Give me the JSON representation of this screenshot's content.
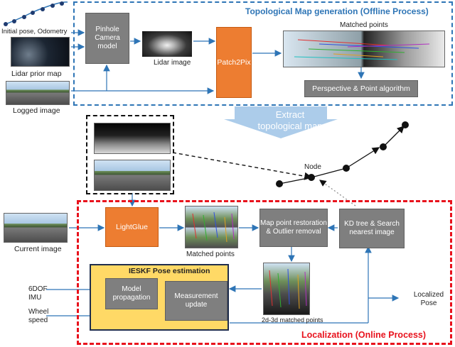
{
  "top": {
    "title": "Topological Map generation (Offline Process)",
    "initial_pose_label": "Initial pose, Odometry",
    "lidar_prior_label": "Lidar prior map",
    "logged_image_label": "Logged image",
    "pinhole_label": "Pinhole Camera model",
    "lidar_image_label": "Lidar image",
    "patch2pix_label": "Patch2Pix",
    "matched_points_label": "Matched points",
    "perspective_label": "Perspective & Point algorithm"
  },
  "middle": {
    "extract_label": "Extract topological map",
    "node_label": "Node"
  },
  "bottom": {
    "title": "Localization (Online Process)",
    "current_image_label": "Current image",
    "lightglue_label": "LightGlue",
    "matched_points_label": "Matched points",
    "map_point_label": "Map point restoration & Outlier removal",
    "kd_tree_label": "KD tree & Search nearest image",
    "ieskf_title": "IESKF Pose estimation",
    "model_prop_label": "Model propagation",
    "measurement_label": "Measurement update",
    "imu_label": "6DOF IMU",
    "wheel_label": "Wheel speed",
    "matched_2d3d_label": "2d-3d matched points",
    "localized_label": "Localized Pose"
  },
  "colors": {
    "blue_frame": "#2e75b6",
    "red_frame": "#e8121d",
    "orange_box": "#ed7d31",
    "gray_box": "#7f7f7f",
    "ieskf_fill": "#ffd966"
  }
}
